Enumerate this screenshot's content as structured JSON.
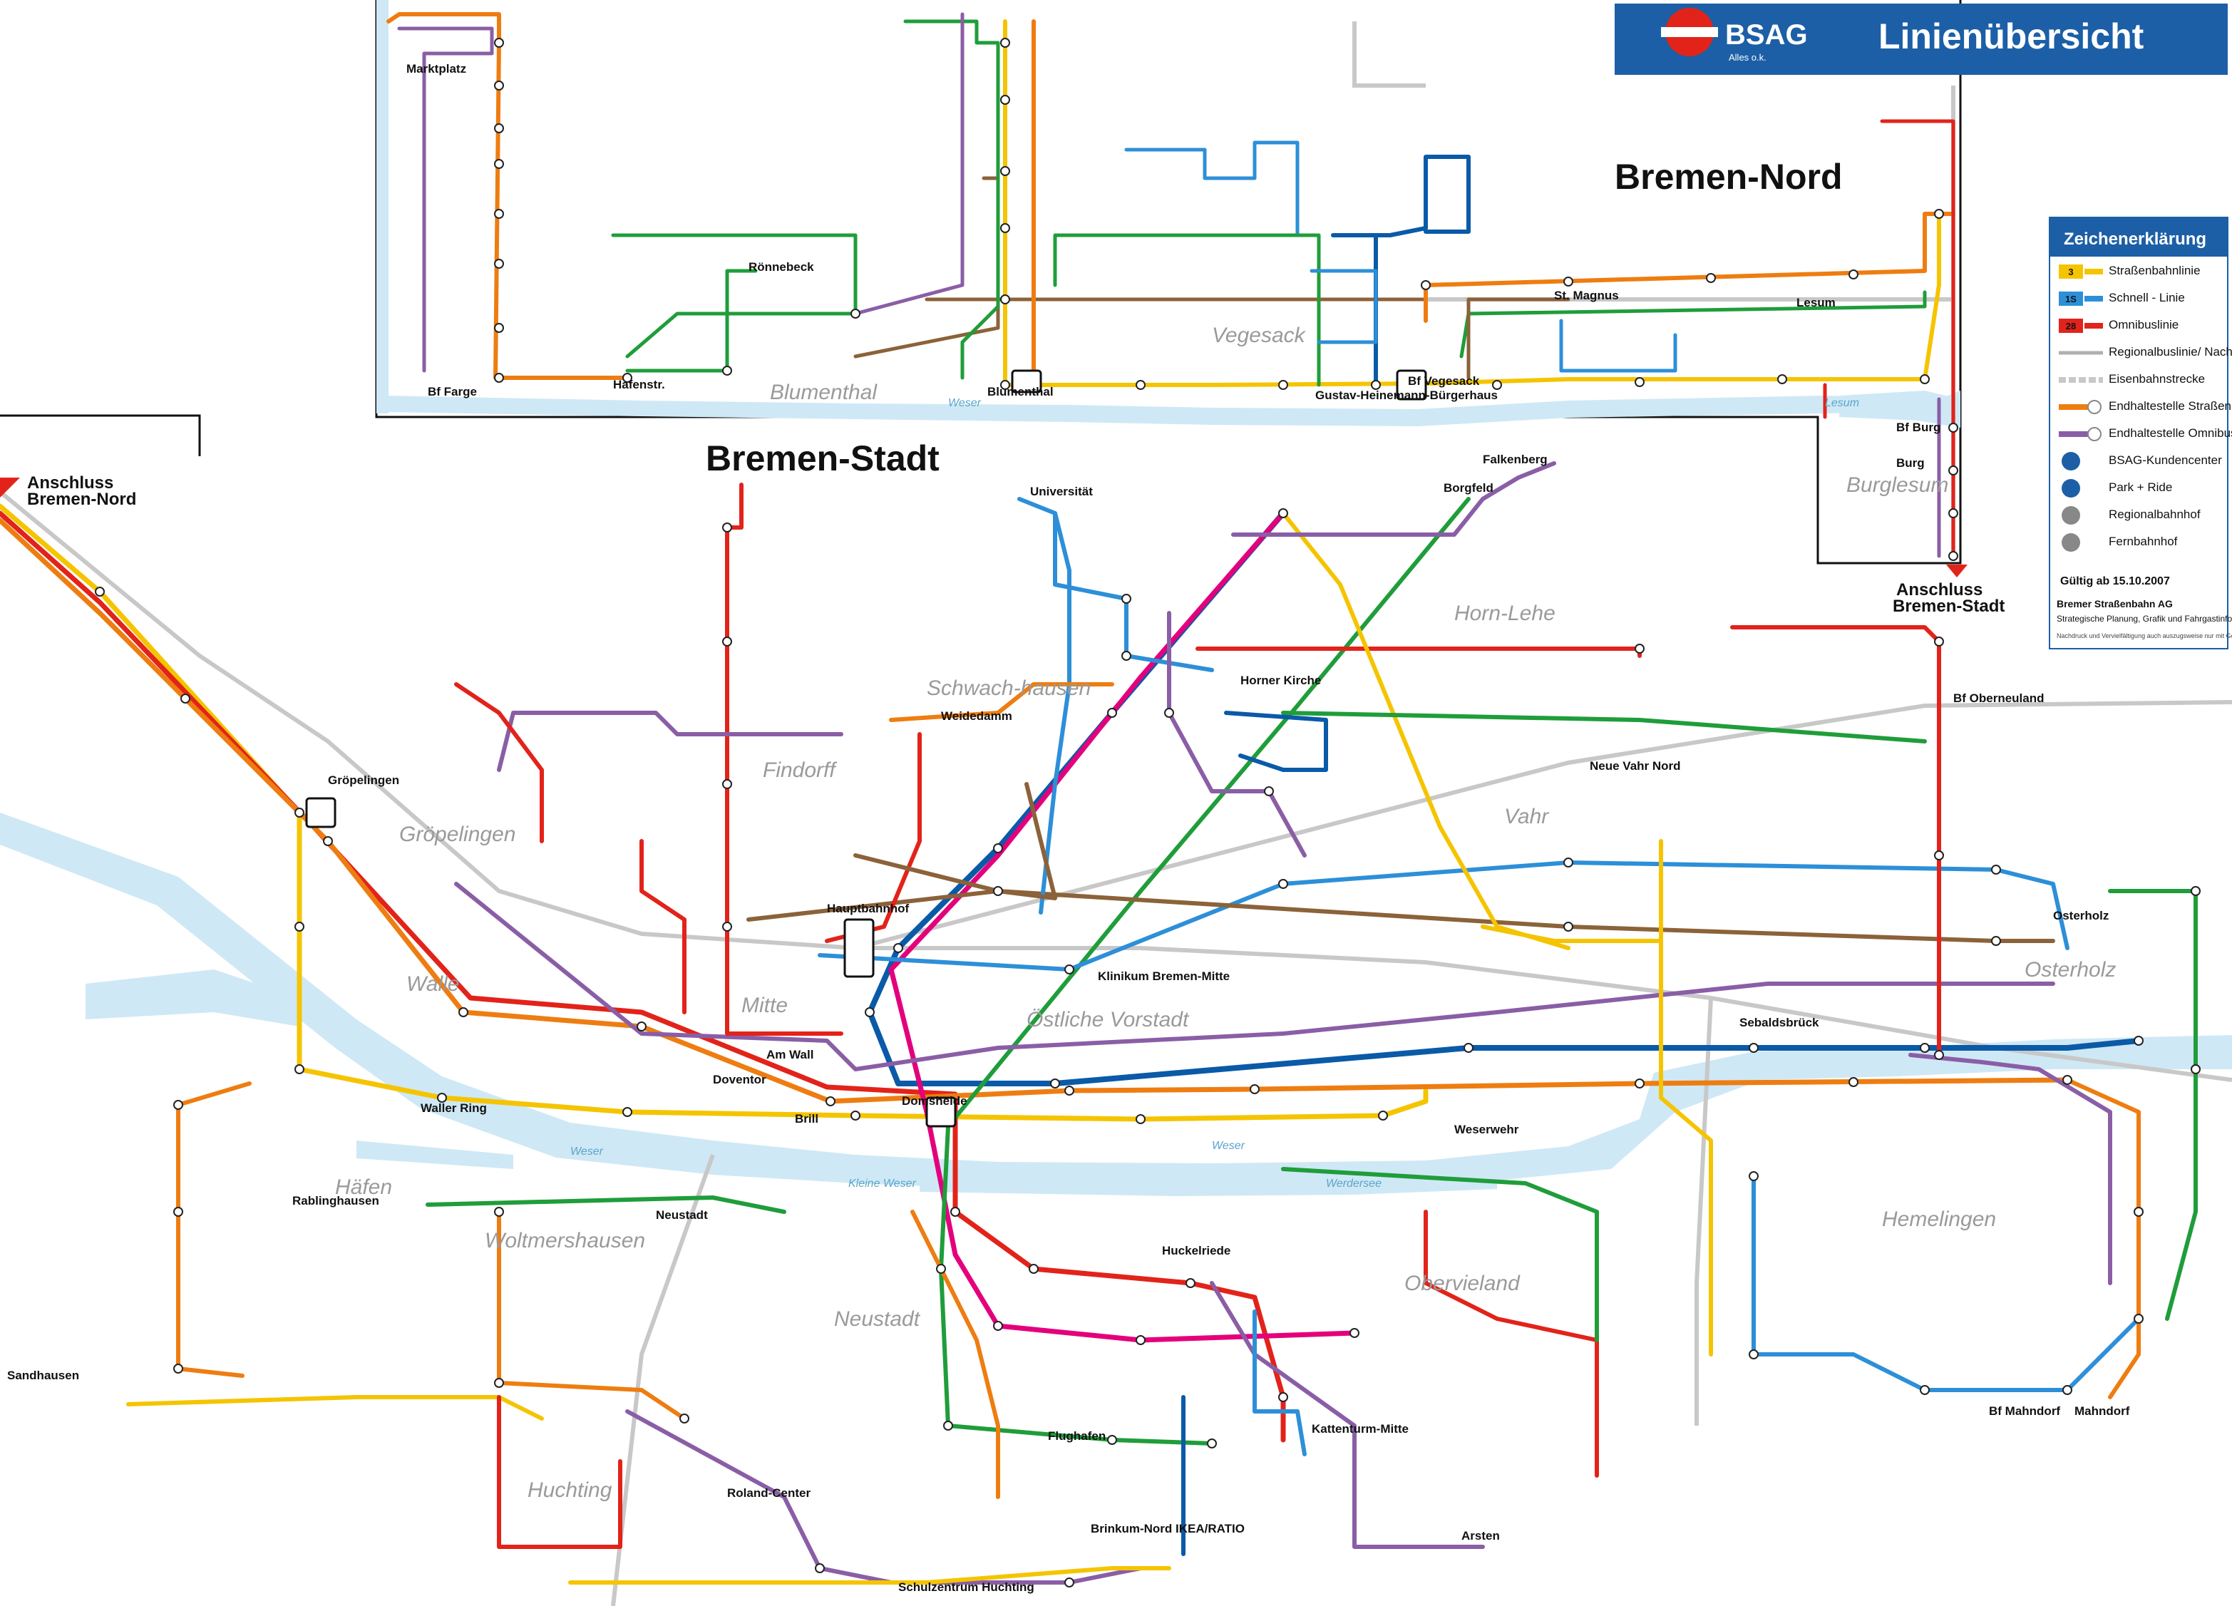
{
  "header": {
    "brand": "BSAG",
    "brand_sub": "Alles o.k.",
    "title": "Linienübersicht"
  },
  "regions": {
    "nord": "Bremen-Nord",
    "stadt": "Bremen-Stadt"
  },
  "anschluss": {
    "left_1": "Anschluss",
    "left_2": "Bremen-Nord",
    "right_1": "Anschluss",
    "right_2": "Bremen-Stadt"
  },
  "legend": {
    "title": "Zeichenerklärung",
    "items": [
      {
        "badge": "3",
        "text": "Straßenbahnlinie",
        "color": "#f5c400"
      },
      {
        "badge": "1S",
        "text": "Schnell - Linie",
        "color": "#2d8fd8"
      },
      {
        "badge": "28",
        "text": "Omnibuslinie",
        "color": "#e2231a"
      },
      {
        "badge": "",
        "text": "Regionalbuslinie/ Nachtschwärmer",
        "color": "#b0b0b0"
      },
      {
        "badge": "",
        "text": "Eisenbahnstrecke",
        "color": "#c8c8c8"
      },
      {
        "badge": "",
        "text": "Endhaltestelle Straßenbahn",
        "color": "#ee7d11"
      },
      {
        "badge": "",
        "text": "Endhaltestelle Omnibus",
        "color": "#8a5ea6"
      },
      {
        "badge": "",
        "text": "BSAG-Kundencenter",
        "color": "#1c5fa6"
      },
      {
        "badge": "",
        "text": "Park + Ride",
        "color": "#1c5fa6"
      },
      {
        "badge": "",
        "text": "Regionalbahnhof",
        "color": "#888888"
      },
      {
        "badge": "",
        "text": "Fernbahnhof",
        "color": "#888888"
      }
    ],
    "valid": "Gültig ab 15.10.2007",
    "company": "Bremer Straßenbahn AG",
    "company_sub": "Strategische Planung, Grafik und Fahrgastinformationsmedien",
    "copyright": "Nachdruck und Vervielfältigung auch auszugsweise nur mit Genehmigung des Herausgebers Bremer Straßenbahn AG"
  },
  "districts": [
    {
      "name": "Blumenthal"
    },
    {
      "name": "Vegesack"
    },
    {
      "name": "Burglesum"
    },
    {
      "name": "Gröpelingen"
    },
    {
      "name": "Walle"
    },
    {
      "name": "Findorff"
    },
    {
      "name": "Schwach-hausen"
    },
    {
      "name": "Horn-Lehe"
    },
    {
      "name": "Vahr"
    },
    {
      "name": "Mitte"
    },
    {
      "name": "Östliche Vorstadt"
    },
    {
      "name": "Osterholz"
    },
    {
      "name": "Häfen"
    },
    {
      "name": "Woltmershausen"
    },
    {
      "name": "Neustadt"
    },
    {
      "name": "Obervieland"
    },
    {
      "name": "Huchting"
    },
    {
      "name": "Hemelingen"
    }
  ],
  "rivers": [
    {
      "name": "Weser"
    },
    {
      "name": "Weser"
    },
    {
      "name": "Lesum"
    },
    {
      "name": "Kleine Weser"
    },
    {
      "name": "Weser"
    },
    {
      "name": "Werdersee"
    }
  ],
  "stations": [
    {
      "name": "Hauptbahnhof"
    },
    {
      "name": "Domsheide"
    },
    {
      "name": "Brill"
    },
    {
      "name": "Am Wall"
    },
    {
      "name": "Doventor"
    },
    {
      "name": "Gröpelingen"
    },
    {
      "name": "Bf Vegesack"
    },
    {
      "name": "Bf Farge"
    },
    {
      "name": "Blumenthal"
    },
    {
      "name": "Universität"
    },
    {
      "name": "Horner Kirche"
    },
    {
      "name": "Sebaldsbrück"
    },
    {
      "name": "Weserwehr"
    },
    {
      "name": "Huckelriede"
    },
    {
      "name": "Roland-Center"
    },
    {
      "name": "Flughafen"
    },
    {
      "name": "Kattenturm-Mitte"
    },
    {
      "name": "Arsten"
    },
    {
      "name": "Mahndorf"
    },
    {
      "name": "Osterholz"
    },
    {
      "name": "Waller Ring"
    },
    {
      "name": "Sandhausen"
    },
    {
      "name": "Burg"
    },
    {
      "name": "Bf Burg"
    },
    {
      "name": "Lesum"
    },
    {
      "name": "St. Magnus"
    },
    {
      "name": "Bf Oberneuland"
    },
    {
      "name": "Weidedamm"
    },
    {
      "name": "Borgfeld"
    },
    {
      "name": "Falkenberg"
    },
    {
      "name": "Brinkum-Nord IKEA/RATIO"
    },
    {
      "name": "Schulzentrum Huchting"
    },
    {
      "name": "Klinikum Bremen-Mitte"
    },
    {
      "name": "Neue Vahr Nord"
    },
    {
      "name": "Bf Mahndorf"
    },
    {
      "name": "Rönnebeck"
    },
    {
      "name": "Neustadt"
    },
    {
      "name": "Rablinghausen"
    },
    {
      "name": "Hafenstr."
    },
    {
      "name": "Marktplatz"
    },
    {
      "name": "Gustav-Heinemann-Bürgerhaus"
    }
  ],
  "colors": {
    "tram1": "#f5c400",
    "tram2": "#e2231a",
    "tram3": "#ee7d11",
    "tram4": "#0a5aa8",
    "tram6": "#e4007c",
    "tram10": "#8a5ea6",
    "blue": "#2d8fd8",
    "green": "#1f9d3a",
    "brown": "#8b6239",
    "purple": "#8a5ea6",
    "water": "#cfe8f5",
    "header_blue": "#1c5fa6"
  }
}
